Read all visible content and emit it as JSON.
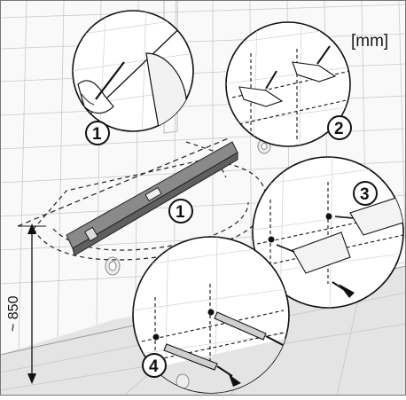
{
  "unit_label": "[mm]",
  "height_label": "~ 850",
  "steps": [
    "1",
    "2",
    "3",
    "1",
    "4"
  ],
  "colors": {
    "line": "#1a1a1a",
    "tile": "#c8c8c8",
    "level": "#8a8a8a",
    "floor": "#dddddd",
    "wall": "#f7f7f7"
  }
}
